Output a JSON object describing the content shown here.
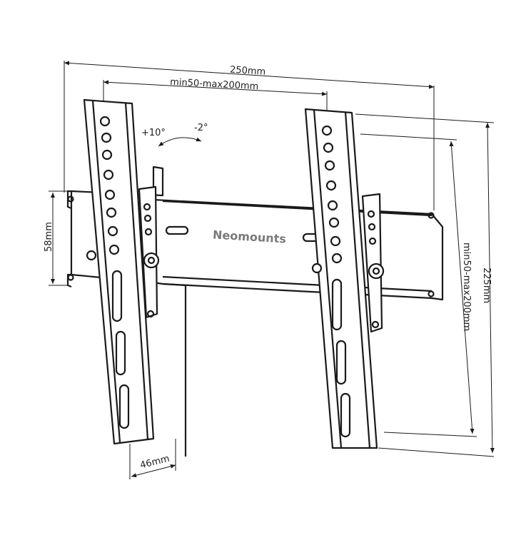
{
  "dimensions": {
    "overall_width": "250mm",
    "vesa_horizontal": "min50-max200mm",
    "tilt_up": "+10°",
    "tilt_down": "-2°",
    "plate_height": "58mm",
    "arm_width": "46mm",
    "overall_height": "225mm",
    "vesa_vertical": "min50-max200mm"
  },
  "brand": "Neomounts"
}
